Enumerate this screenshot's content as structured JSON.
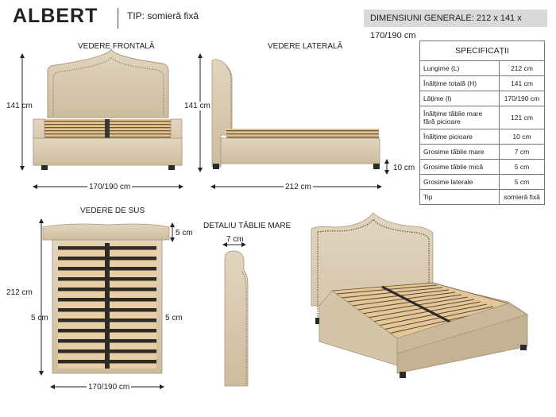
{
  "header": {
    "model": "ALBERT",
    "type": "TIP: somieră fixă",
    "dimensions": "DIMENSIUNI GENERALE:  212 x 141 x 170/190 cm"
  },
  "views": {
    "front": "VEDERE FRONTALĂ",
    "side": "VEDERE LATERALĂ",
    "top": "VEDERE DE SUS",
    "headboard_detail": "DETALIU TĂBLIE MARE"
  },
  "dimension_labels": {
    "front_height": "141 cm",
    "front_width": "170/190 cm",
    "side_height": "141 cm",
    "side_length": "212 cm",
    "side_legs": "10 cm",
    "top_length": "212 cm",
    "top_headboard": "5 cm",
    "top_left_rail": "5 cm",
    "top_right_rail": "5 cm",
    "top_width": "170/190 cm",
    "detail_thickness": "7 cm"
  },
  "specs": {
    "heading": "SPECIFICAȚII",
    "rows": [
      {
        "label": "Lungime (L)",
        "value": "212 cm"
      },
      {
        "label": "Înălțime totală (H)",
        "value": "141 cm"
      },
      {
        "label": "Lățime (l)",
        "value": "170/190 cm"
      },
      {
        "label": "Înălțime tăblie mare fără picioare",
        "value": "121 cm"
      },
      {
        "label": "Înălțime picioare",
        "value": "10 cm"
      },
      {
        "label": "Grosime tăblie mare",
        "value": "7 cm"
      },
      {
        "label": "Grosime tăblie mică",
        "value": "5 cm"
      },
      {
        "label": "Grosime laterale",
        "value": "5 cm"
      },
      {
        "label": "Tip",
        "value": "somieră fixă"
      }
    ]
  },
  "colors": {
    "fabric": "#d9cbb3",
    "fabric_shadow": "#b9a88c",
    "slat": "#e6c79a",
    "slat_dark": "#c9a574",
    "frame_dark": "#2b2b2b",
    "header_box": "#d9d9d9"
  }
}
